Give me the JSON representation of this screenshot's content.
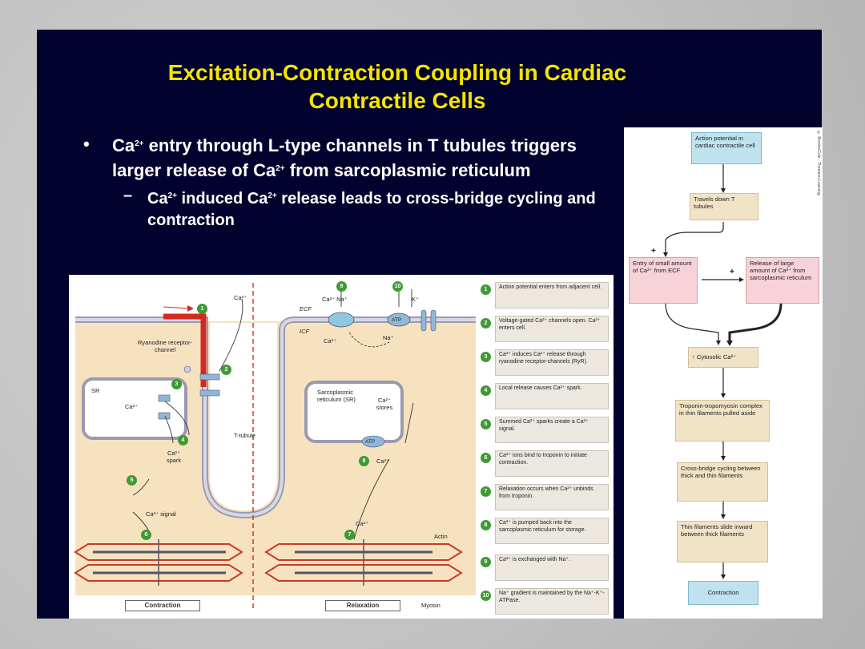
{
  "title": {
    "line1": "Excitation-Contraction Coupling in Cardiac",
    "line2": "Contractile Cells"
  },
  "bullets": {
    "b1_pre": "Ca",
    "b1_sup": "2+",
    "b1_mid": " entry through L-type channels in T tubules triggers larger release of Ca",
    "b1_sup2": "2+",
    "b1_post": " from sarcoplasmic reticulum",
    "b2_pre": "Ca",
    "b2_sup": "2+",
    "b2_mid": " induced Ca",
    "b2_sup2": "2+",
    "b2_post": " release leads to cross-bridge cycling and contraction"
  },
  "flow": {
    "copyright": "© Brooks/Cole - Thomson Learning",
    "action_potential": "Action potential in cardiac contractile cell",
    "travels": "Travels down T tubules",
    "entry": "Entry of small amount of Ca²⁺ from ECF",
    "release": "Release of large amount of Ca²⁺ from sarcoplasmic reticulum",
    "cytosolic": "↑ Cytosolic Ca²⁺",
    "troponin": "Troponin-tropomyosin complex in thin filaments pulled aside",
    "crossbridge": "Cross-bridge cycling between thick and thin filaments",
    "slide": "Thin filaments slide inward between thick filaments",
    "contraction": "Contraction",
    "plus1": "+",
    "plus2": "+"
  },
  "cell": {
    "steps": [
      {
        "n": "1",
        "text": "Action potential enters from adjacent cell."
      },
      {
        "n": "2",
        "text": "Voltage-gated Ca²⁺ channels open. Ca²⁺ enters cell."
      },
      {
        "n": "3",
        "text": "Ca²⁺ induces Ca²⁺ release through ryanodine receptor-channels (RyR)."
      },
      {
        "n": "4",
        "text": "Local release causes Ca²⁺ spark."
      },
      {
        "n": "5",
        "text": "Summed Ca²⁺ sparks create a Ca²⁺ signal."
      },
      {
        "n": "6",
        "text": "Ca²⁺ ions bind to troponin to initiate contraction."
      },
      {
        "n": "7",
        "text": "Relaxation occurs when Ca²⁺ unbinds from troponin."
      },
      {
        "n": "8",
        "text": "Ca²⁺ is pumped back into the sarcoplasmic reticulum for storage."
      },
      {
        "n": "9",
        "text": "Ca²⁺ is exchanged with Na⁺."
      },
      {
        "n": "10",
        "text": "Na⁺ gradient is maintained by the Na⁺-K⁺-ATPase."
      }
    ],
    "labels": {
      "ryanodine": "Ryanodine receptor-channel",
      "sr": "SR",
      "ca_sr": "Ca²⁺",
      "ca_top": "Ca²⁺",
      "ca_spark": "Ca²⁺ spark",
      "ca_signal": "Ca²⁺ signal",
      "ecf": "ECF",
      "icf": "ICF",
      "ca_na": "Ca²⁺ Na⁺",
      "k": "K⁺",
      "atp1": "ATP",
      "ca_in": "Ca²⁺",
      "na_in": "Na⁺",
      "sarco": "Sarcoplasmic reticulum (SR)",
      "stores": "Ca²⁺ stores",
      "atp2": "ATP",
      "ca8": "Ca²⁺",
      "ca7": "Ca²⁺",
      "ttubule": "T-tubule",
      "actin": "Actin",
      "myosin": "Myosin",
      "contraction": "Contraction",
      "relaxation": "Relaxation"
    }
  },
  "colors": {
    "slide_bg": "#02022e",
    "title": "#f5e400",
    "cytoplasm": "#f7e2c0",
    "membrane": "#a8a8b8",
    "step_green": "#3f9a34",
    "red_line": "#d42a1e",
    "filament_red": "#c83a2a"
  }
}
